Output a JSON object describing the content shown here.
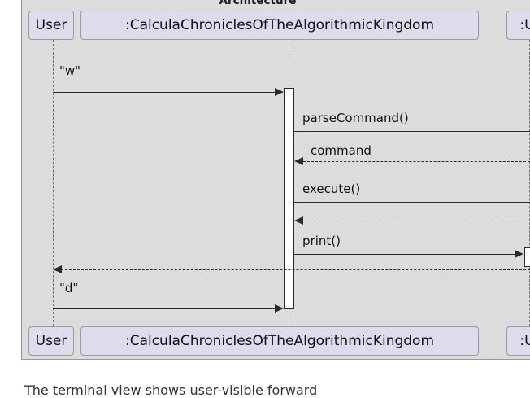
{
  "diagram": {
    "title": "Architecture",
    "type": "uml-sequence-diagram",
    "participants": [
      {
        "id": "user",
        "label": "User"
      },
      {
        "id": "calcula",
        "label": ":CalculaChroniclesOfTheAlgorithmicKingdom"
      },
      {
        "id": "ui",
        "label": ":UI"
      }
    ],
    "messages": [
      {
        "label": "\"w\"",
        "from": "user",
        "to": "calcula",
        "style": "solid",
        "direction": "right"
      },
      {
        "label": "parseCommand()",
        "from": "calcula",
        "to": "ui",
        "style": "solid",
        "direction": "right"
      },
      {
        "label": "command",
        "from": "ui",
        "to": "calcula",
        "style": "dashed",
        "direction": "left"
      },
      {
        "label": "execute()",
        "from": "calcula",
        "to": "ui",
        "style": "solid",
        "direction": "right"
      },
      {
        "label": "",
        "from": "ui",
        "to": "calcula",
        "style": "dashed",
        "direction": "left"
      },
      {
        "label": "print()",
        "from": "calcula",
        "to": "ui",
        "style": "solid",
        "direction": "right"
      },
      {
        "label": "",
        "from": "calcula",
        "to": "user",
        "style": "dashed",
        "direction": "left"
      },
      {
        "label": "\"d\"",
        "from": "user",
        "to": "calcula",
        "style": "solid",
        "direction": "right"
      }
    ],
    "footer_caption": "The terminal view shows user-visible forward",
    "colors": {
      "frame_background": "#dcdcdc",
      "frame_border": "#9a9a9a",
      "participant_fill": "#dcdcec",
      "participant_border": "#9a9a9a",
      "lifeline": "#6e6e6e",
      "message": "#2b2b2b",
      "activation_fill": "#ffffff",
      "page_background": "#ffffff"
    }
  }
}
